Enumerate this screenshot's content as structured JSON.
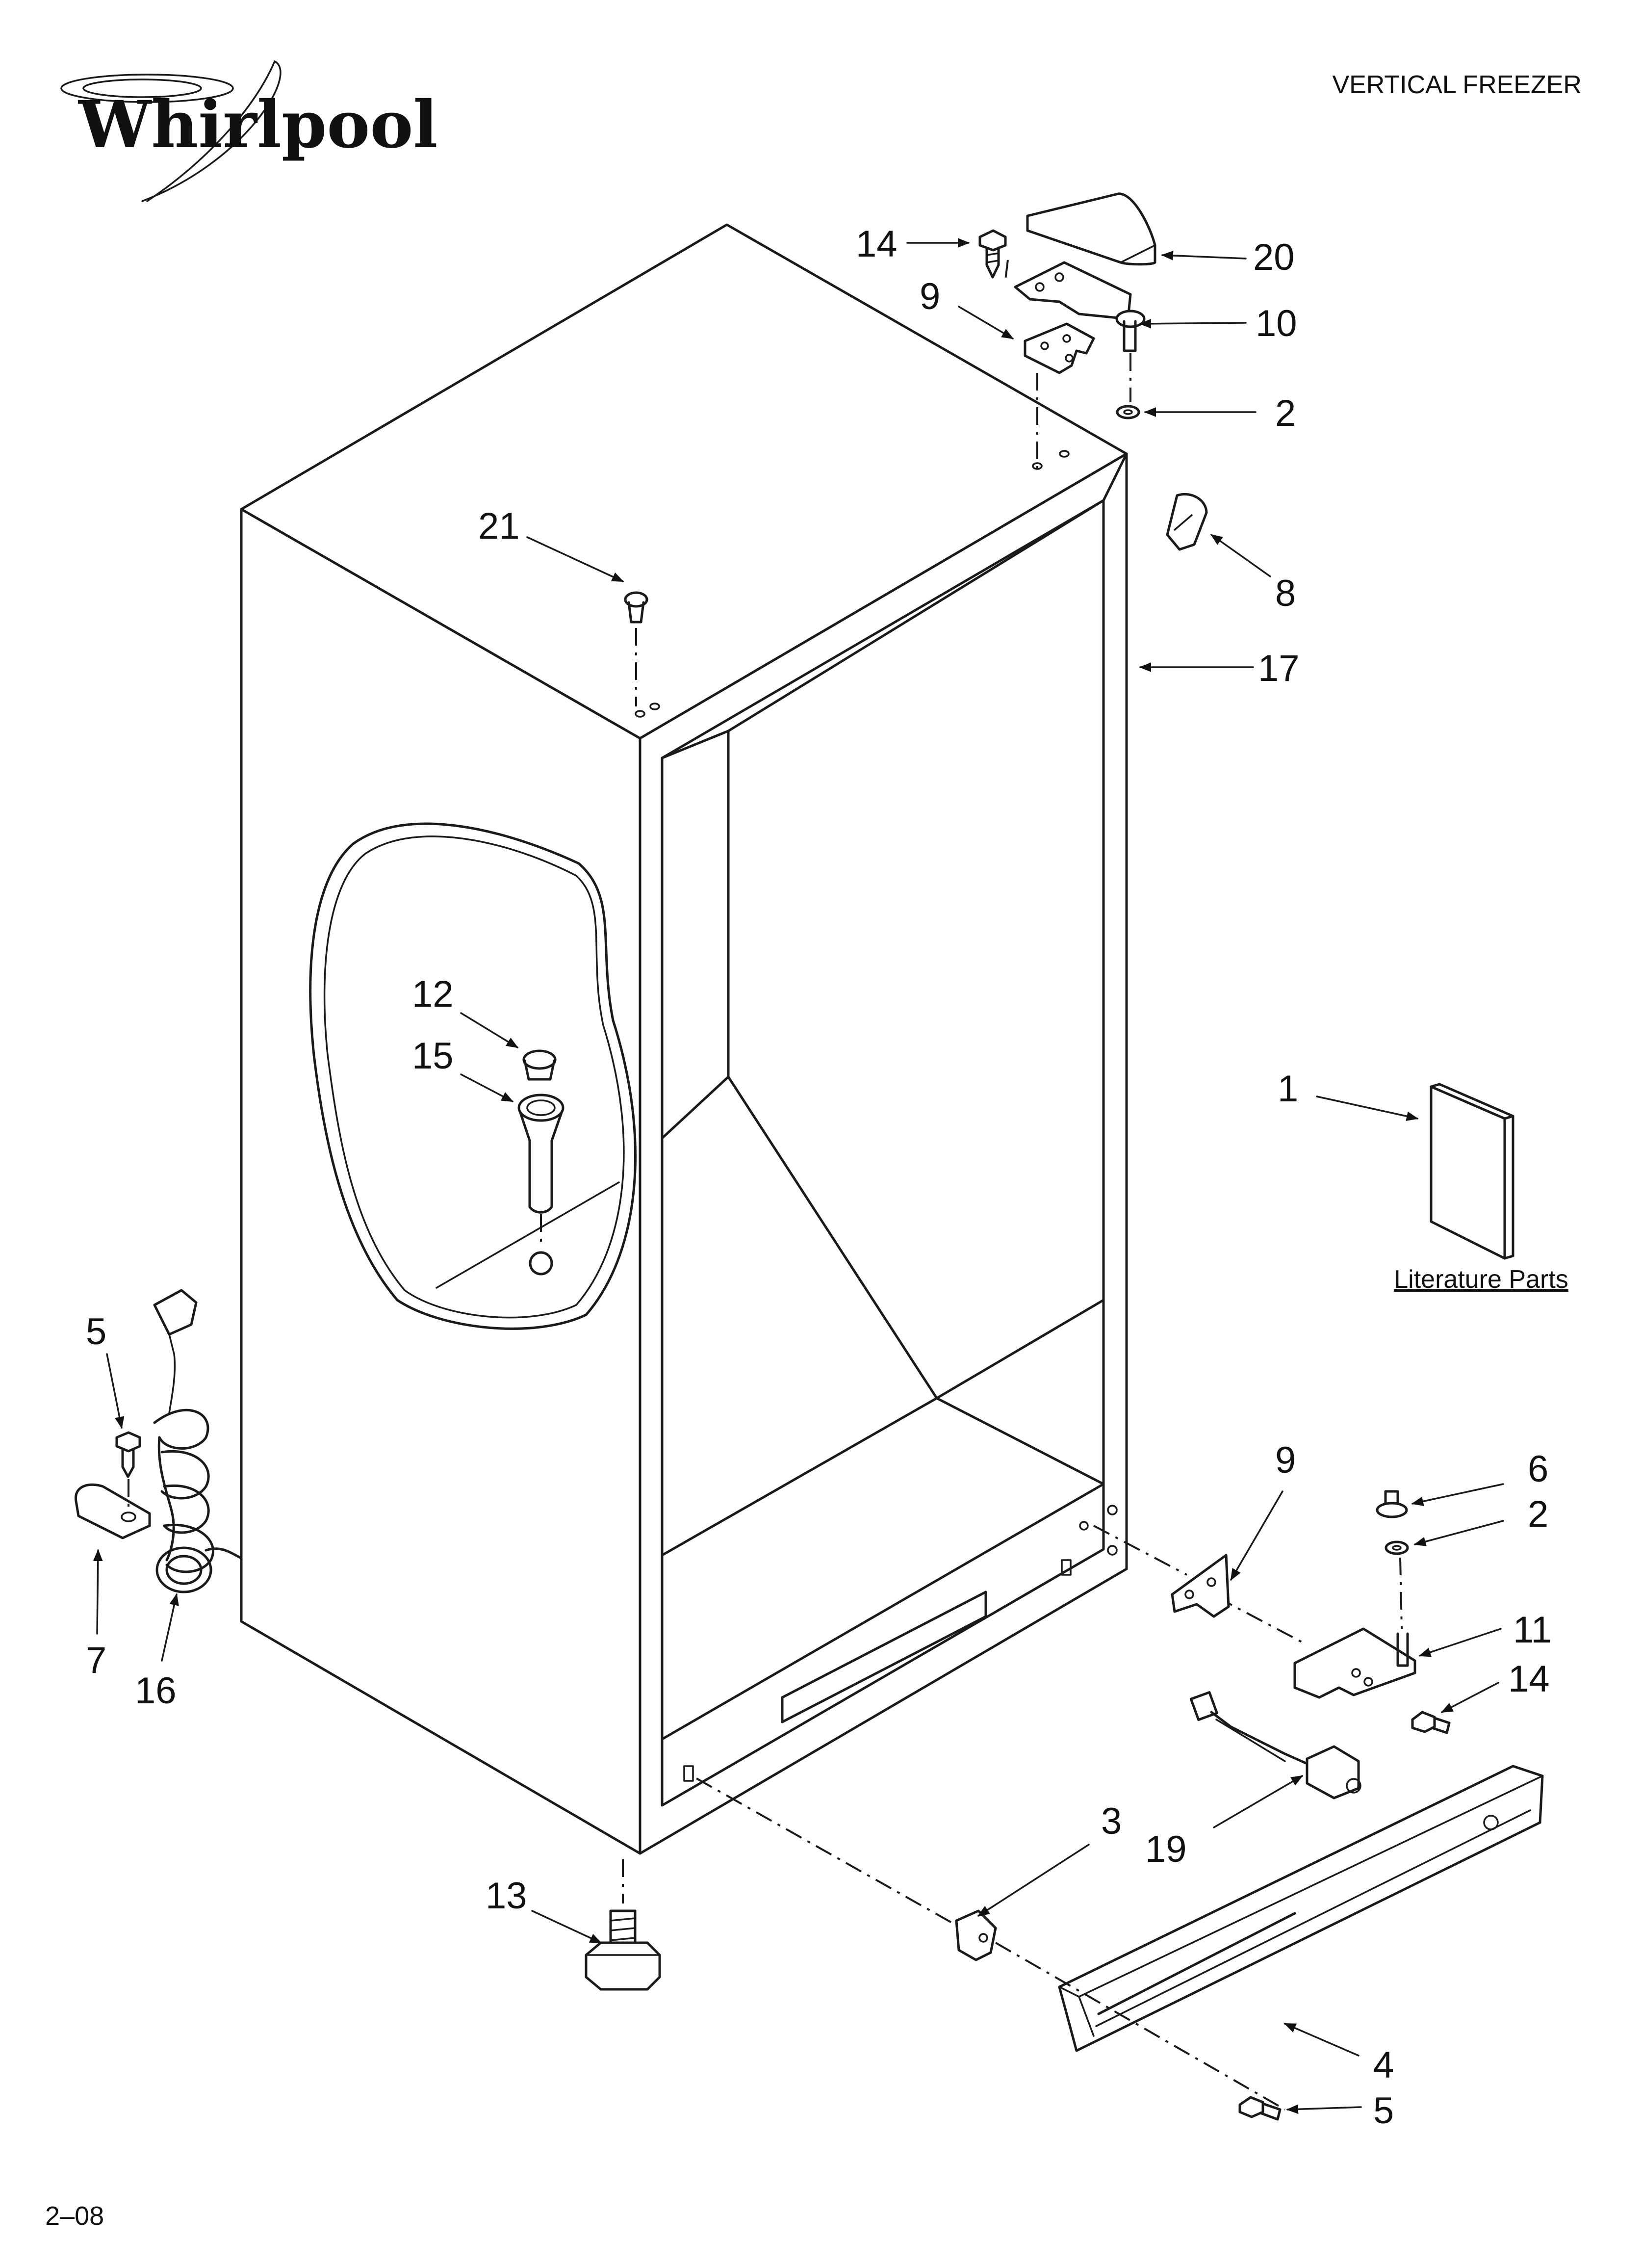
{
  "header": {
    "brand": "Whirlpool",
    "title": "VERTICAL FREEZER"
  },
  "literature_label": "Literature Parts",
  "footer": {
    "code": "2–08"
  },
  "callouts": {
    "c14_top": "14",
    "c20": "20",
    "c9_top": "9",
    "c10": "10",
    "c2_top": "2",
    "c21": "21",
    "c8": "8",
    "c17": "17",
    "c12": "12",
    "c15": "15",
    "c1": "1",
    "c5_left": "5",
    "c7": "7",
    "c16": "16",
    "c9_bot": "9",
    "c6": "6",
    "c2_bot": "2",
    "c11": "11",
    "c14_bot": "14",
    "c3": "3",
    "c19": "19",
    "c13": "13",
    "c4": "4",
    "c5_bot": "5"
  },
  "icons": {
    "logo": "whirlpool-swirl-logo",
    "arrow": "callout-arrow"
  }
}
